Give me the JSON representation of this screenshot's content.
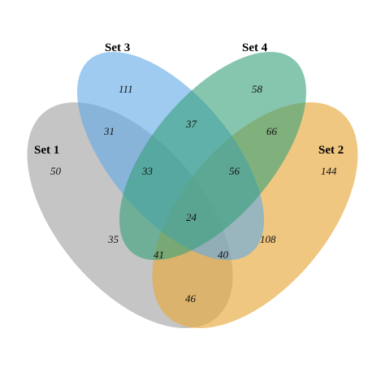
{
  "sets": [
    {
      "id": "set1",
      "label": "Set 1",
      "color": "#a6a6a6"
    },
    {
      "id": "set2",
      "label": "Set 2",
      "color": "#e6a93c"
    },
    {
      "id": "set3",
      "label": "Set 3",
      "color": "#5fa9e6"
    },
    {
      "id": "set4",
      "label": "Set 4",
      "color": "#35a07a"
    }
  ],
  "regions": {
    "only_1": "50",
    "only_2": "144",
    "only_3": "111",
    "only_4": "58",
    "s1_s3": "31",
    "s3_s4": "37",
    "s2_s4": "66",
    "s1_s3_s4": "33",
    "s2_s3_s4": "56",
    "all": "24",
    "s1_s4": "35",
    "s2_s3": "108",
    "s1_s2_s4": "41",
    "s1_s2_s3": "40",
    "s1_s2": "46"
  }
}
